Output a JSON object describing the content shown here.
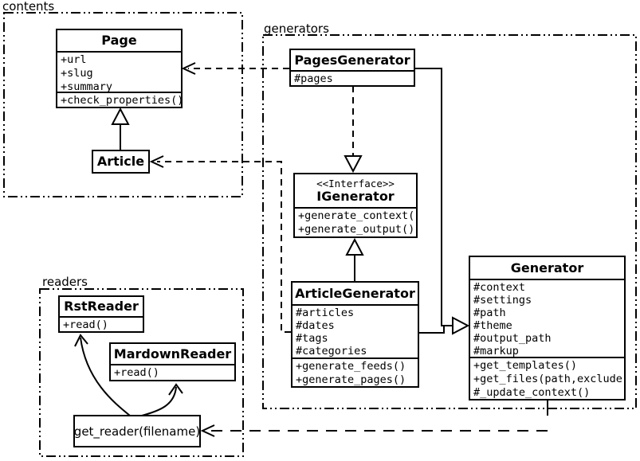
{
  "packages": {
    "contents": {
      "label": "contents"
    },
    "generators": {
      "label": "generators"
    },
    "readers": {
      "label": "readers"
    }
  },
  "classes": {
    "page": {
      "name": "Page",
      "attributes": [
        "+url",
        "+slug",
        "+summary"
      ],
      "methods": [
        "+check_properties()"
      ]
    },
    "article": {
      "name": "Article"
    },
    "pages_generator": {
      "name": "PagesGenerator",
      "attributes": [
        "#pages"
      ]
    },
    "igenerator": {
      "stereotype": "<<Interface>>",
      "name": "IGenerator",
      "methods": [
        "+generate_context()",
        "+generate_output()"
      ]
    },
    "article_generator": {
      "name": "ArticleGenerator",
      "attributes": [
        "#articles",
        "#dates",
        "#tags",
        "#categories"
      ],
      "methods": [
        "+generate_feeds()",
        "+generate_pages()"
      ]
    },
    "generator": {
      "name": "Generator",
      "attributes": [
        "#context",
        "#settings",
        "#path",
        "#theme",
        "#output_path",
        "#markup"
      ],
      "methods": [
        "+get_templates()",
        "+get_files(path,exclude)",
        "#_update_context()"
      ]
    },
    "rst_reader": {
      "name": "RstReader",
      "methods": [
        "+read()"
      ]
    },
    "markdown_reader": {
      "name": "MardownReader",
      "methods": [
        "+read()"
      ]
    }
  },
  "functions": {
    "get_reader": {
      "label": "get_reader(filename)"
    }
  },
  "relationships": [
    {
      "from": "Article",
      "to": "Page",
      "type": "generalization"
    },
    {
      "from": "PagesGenerator",
      "to": "Page",
      "type": "dependency"
    },
    {
      "from": "ArticleGenerator",
      "to": "Article",
      "type": "dependency"
    },
    {
      "from": "PagesGenerator",
      "to": "IGenerator",
      "type": "realization"
    },
    {
      "from": "ArticleGenerator",
      "to": "IGenerator",
      "type": "generalization"
    },
    {
      "from": "PagesGenerator",
      "to": "Generator",
      "type": "generalization"
    },
    {
      "from": "ArticleGenerator",
      "to": "Generator",
      "type": "generalization"
    },
    {
      "from": "Generator",
      "to": "get_reader(filename)",
      "type": "dependency"
    },
    {
      "from": "get_reader(filename)",
      "to": "RstReader",
      "type": "arrow"
    },
    {
      "from": "get_reader(filename)",
      "to": "MardownReader",
      "type": "arrow"
    }
  ],
  "colors": {
    "line": "#000000",
    "background": "#ffffff",
    "box_fill": "#ffffff"
  }
}
